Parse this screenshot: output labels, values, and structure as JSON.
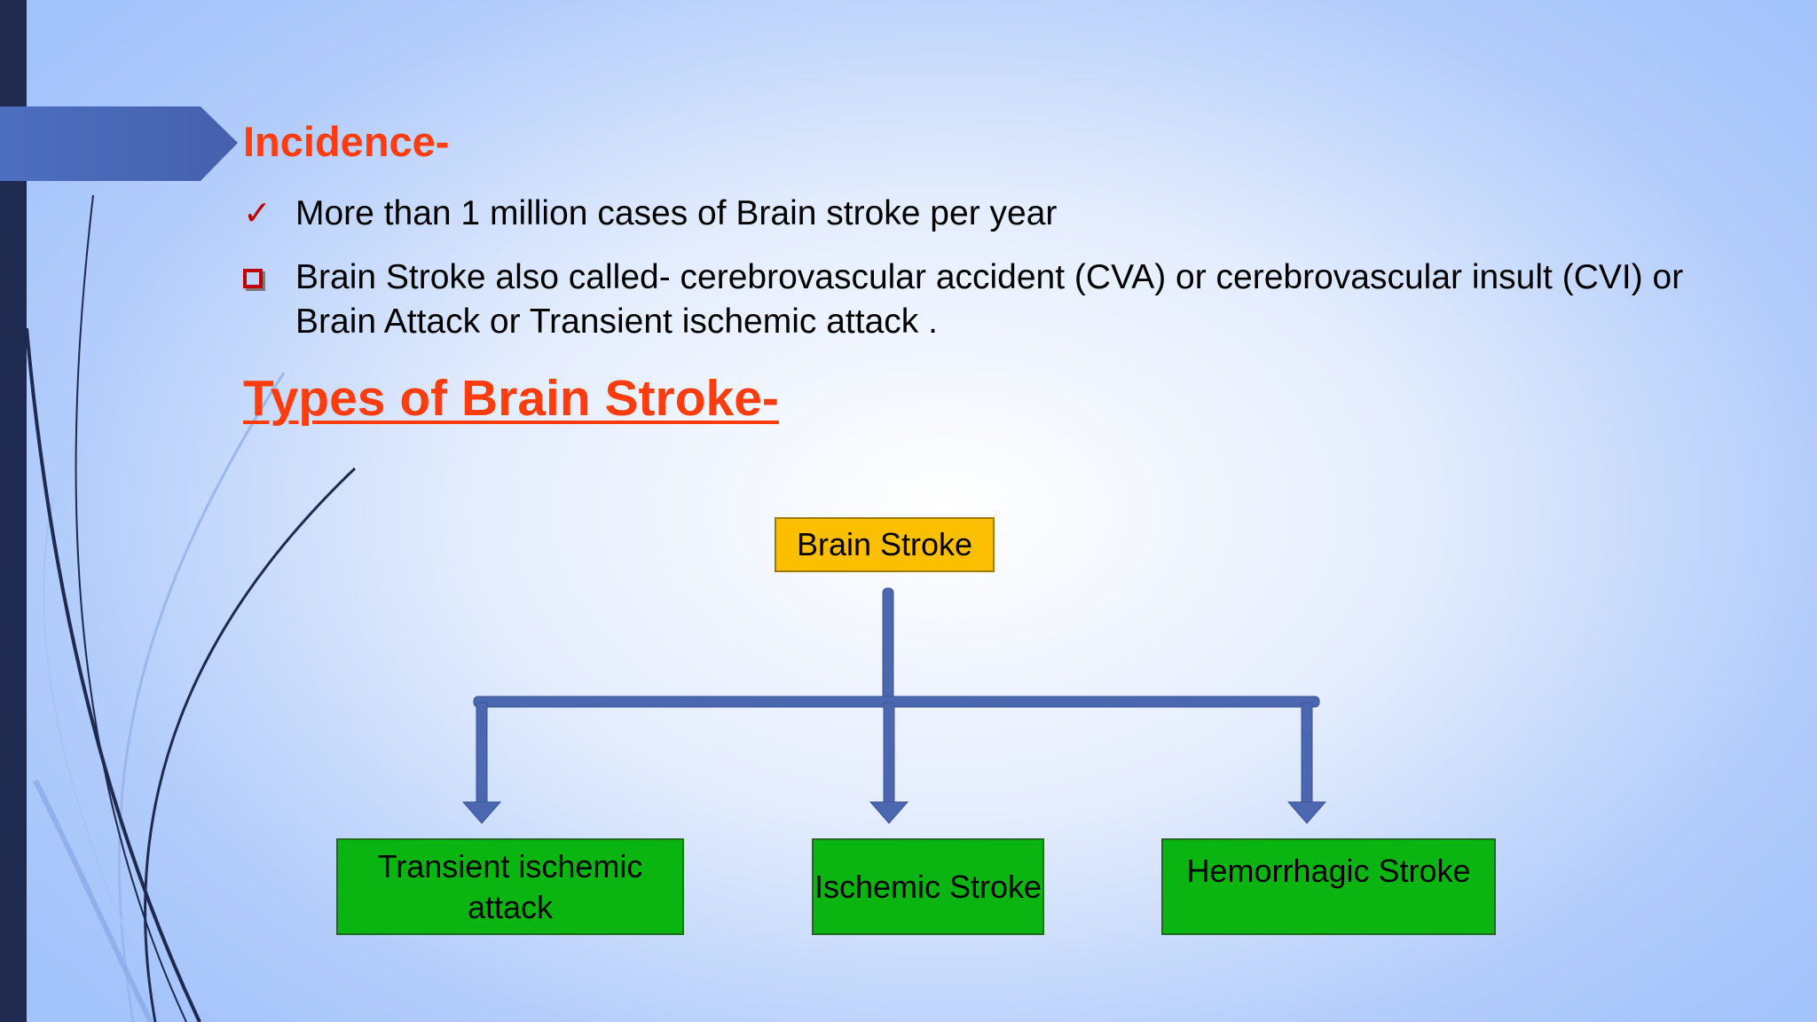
{
  "slide": {
    "incidence_heading": "Incidence-",
    "bullets": [
      {
        "marker": "checkmark-icon",
        "glyph": "✓",
        "text": "More than 1 million cases of Brain stroke per year"
      },
      {
        "marker": "square-icon",
        "glyph": "",
        "text": "Brain Stroke also called- cerebrovascular accident (CVA) or cerebrovascular insult (CVI) or Brain Attack or Transient ischemic attack ."
      }
    ],
    "types_heading": "Types of Brain Stroke-"
  },
  "diagram": {
    "root": "Brain Stroke",
    "children": [
      "Transient ischemic attack",
      "Ischemic Stroke",
      "Hemorrhagic Stroke"
    ]
  },
  "colors": {
    "heading": "#ff3c0e",
    "bullet_marker": "#c00000",
    "root_box": "#fbbf00",
    "leaf_box": "#0ab512",
    "connector": "#4a67b0",
    "side_bar": "#1f2a50",
    "tab_arrow": "#4a64b0"
  }
}
